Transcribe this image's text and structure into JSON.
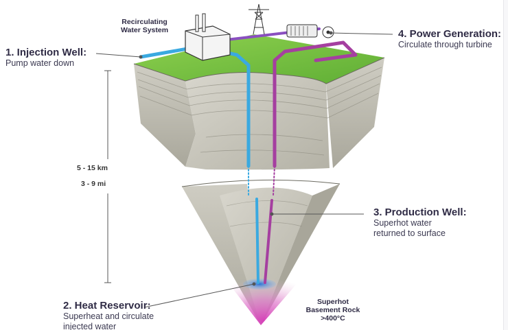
{
  "labels": {
    "recirculating": {
      "line1": "Recirculating",
      "line2": "Water System"
    },
    "injection": {
      "title": "1. Injection Well:",
      "desc": "Pump water down"
    },
    "power": {
      "title": "4. Power Generation:",
      "desc": "Circulate through turbine"
    },
    "production": {
      "title": "3. Production Well:",
      "line1": "Superhot water",
      "line2": "returned to surface"
    },
    "reservoir": {
      "title": "2. Heat Reservoir:",
      "line1": "Superheat and circulate",
      "line2": "injected water"
    },
    "basement": {
      "line1": "Superhot",
      "line2": "Basement Rock",
      "line3": ">400°C"
    },
    "depth": {
      "km": "5 - 15 km",
      "mi": "3 - 9 mi"
    }
  },
  "colors": {
    "injection_pipe": "#3aa9e0",
    "production_pipe": "#a53fa0",
    "surface_grass": "#7ac943",
    "rock": "#b7b5a8",
    "magma_glow": "#d63fb8"
  },
  "icons": [
    "water-system-building-icon",
    "power-tower-icon",
    "turbine-icon"
  ]
}
